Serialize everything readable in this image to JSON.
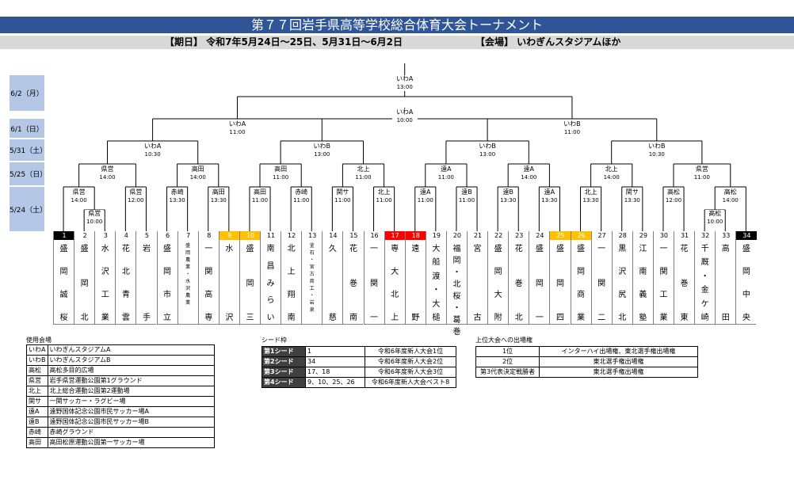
{
  "title": "第７７回岩手県高等学校総合体育大会トーナメント",
  "period": "【期日】 令和7年5月24日～25日、5月31日～6月2日",
  "venue": "【会場】 いわぎんスタジアムほか",
  "dates": [
    "6/2（月）",
    "6/1（日）",
    "5/31（土）",
    "5/25（日）",
    "5/24（土）"
  ],
  "chart_data": {
    "type": "table",
    "teams": [
      {
        "num": "1",
        "name": [
          "盛",
          "岡",
          "誠",
          "桜"
        ],
        "seed": 1
      },
      {
        "num": "2",
        "name": [
          "盛",
          "岡",
          "北"
        ],
        "seed": 0
      },
      {
        "num": "3",
        "name": [
          "水",
          "沢",
          "工",
          "業"
        ],
        "seed": 0
      },
      {
        "num": "4",
        "name": [
          "花",
          "北",
          "青",
          "雲"
        ],
        "seed": 0
      },
      {
        "num": "5",
        "name": [
          "岩",
          "手"
        ],
        "seed": 0
      },
      {
        "num": "6",
        "name": [
          "盛",
          "岡",
          "市",
          "立"
        ],
        "seed": 0
      },
      {
        "num": "7",
        "name": [
          "盛",
          "岡",
          "農",
          "業",
          "・",
          "水",
          "沢",
          "農",
          "業"
        ],
        "seed": 0,
        "small": true
      },
      {
        "num": "8",
        "name": [
          "一",
          "関",
          "高",
          "専"
        ],
        "seed": 0
      },
      {
        "num": "9",
        "name": [
          "水",
          "沢"
        ],
        "seed": 4
      },
      {
        "num": "10",
        "name": [
          "盛",
          "岡",
          "三"
        ],
        "seed": 4
      },
      {
        "num": "11",
        "name": [
          "南",
          "昌",
          "み",
          "ら",
          "い"
        ],
        "seed": 0
      },
      {
        "num": "12",
        "name": [
          "北",
          "上",
          "翔",
          "南"
        ],
        "seed": 0
      },
      {
        "num": "13",
        "name": [
          "釜",
          "石",
          "・",
          "宮",
          "古",
          "商",
          "工",
          "・",
          "岩",
          "泉"
        ],
        "seed": 0,
        "small": true
      },
      {
        "num": "14",
        "name": [
          "久",
          "慈"
        ],
        "seed": 0
      },
      {
        "num": "15",
        "name": [
          "花",
          "巻",
          "南"
        ],
        "seed": 0
      },
      {
        "num": "16",
        "name": [
          "一",
          "関",
          "一"
        ],
        "seed": 0
      },
      {
        "num": "17",
        "name": [
          "専",
          "大",
          "北",
          "上"
        ],
        "seed": 3
      },
      {
        "num": "18",
        "name": [
          "遠",
          "野"
        ],
        "seed": 3
      },
      {
        "num": "19",
        "name": [
          "大",
          "船",
          "渡",
          "・",
          "大",
          "槌"
        ],
        "seed": 0
      },
      {
        "num": "20",
        "name": [
          "福",
          "岡",
          "・",
          "北",
          "桜",
          "・",
          "葛",
          "巻"
        ],
        "seed": 0
      },
      {
        "num": "21",
        "name": [
          "宮",
          "古"
        ],
        "seed": 0
      },
      {
        "num": "22",
        "name": [
          "盛",
          "岡",
          "大",
          "附"
        ],
        "seed": 0
      },
      {
        "num": "23",
        "name": [
          "花",
          "巻",
          "北"
        ],
        "seed": 0
      },
      {
        "num": "24",
        "name": [
          "盛",
          "岡",
          "一"
        ],
        "seed": 0
      },
      {
        "num": "25",
        "name": [
          "盛",
          "岡",
          "四"
        ],
        "seed": 4
      },
      {
        "num": "26",
        "name": [
          "盛",
          "岡",
          "商",
          "業"
        ],
        "seed": 4
      },
      {
        "num": "27",
        "name": [
          "一",
          "関",
          "二"
        ],
        "seed": 0
      },
      {
        "num": "28",
        "name": [
          "黒",
          "沢",
          "尻",
          "北"
        ],
        "seed": 0
      },
      {
        "num": "29",
        "name": [
          "江",
          "南",
          "義",
          "塾"
        ],
        "seed": 0
      },
      {
        "num": "30",
        "name": [
          "一",
          "関",
          "工",
          "業"
        ],
        "seed": 0
      },
      {
        "num": "31",
        "name": [
          "花",
          "巻",
          "東"
        ],
        "seed": 0
      },
      {
        "num": "32",
        "name": [
          "千",
          "厩",
          "・",
          "金",
          "ケ",
          "崎"
        ],
        "seed": 0
      },
      {
        "num": "33",
        "name": [
          "高",
          "田"
        ],
        "seed": 0
      },
      {
        "num": "34",
        "name": [
          "盛",
          "岡",
          "中",
          "央"
        ],
        "seed": 2
      }
    ],
    "matches": [
      {
        "id": "r1a",
        "venue": "県営",
        "time": "14:00"
      },
      {
        "id": "r1b",
        "venue": "県営",
        "time": "12:00"
      },
      {
        "id": "r1c",
        "venue": "赤崎",
        "time": "13:30"
      },
      {
        "id": "r1d",
        "venue": "高田",
        "time": "13:30"
      },
      {
        "id": "r1e",
        "venue": "高田",
        "time": "11:00"
      },
      {
        "id": "r1f",
        "venue": "赤崎",
        "time": "11:00"
      },
      {
        "id": "r1g",
        "venue": "関サ",
        "time": "11:00"
      },
      {
        "id": "r1h",
        "venue": "北上",
        "time": "11:00"
      },
      {
        "id": "r1i",
        "venue": "遠A",
        "time": "11:00"
      },
      {
        "id": "r1j",
        "venue": "遠B",
        "time": "11:00"
      },
      {
        "id": "r1k",
        "venue": "遠B",
        "time": "13:30"
      },
      {
        "id": "r1l",
        "venue": "遠A",
        "time": "13:30"
      },
      {
        "id": "r1m",
        "venue": "北上",
        "time": "13:30"
      },
      {
        "id": "r1n",
        "venue": "関サ",
        "time": "13:30"
      },
      {
        "id": "r1o",
        "venue": "高松",
        "time": "12:00"
      },
      {
        "id": "r1p",
        "venue": "高松",
        "time": "14:00"
      },
      {
        "id": "r0a",
        "venue": "県営",
        "time": "10:00"
      },
      {
        "id": "r0b",
        "venue": "高松",
        "time": "10:00"
      },
      {
        "id": "r2a",
        "venue": "県営",
        "time": "14:00"
      },
      {
        "id": "r2b",
        "venue": "高田",
        "time": "14:00"
      },
      {
        "id": "r2c",
        "venue": "高田",
        "time": "11:00"
      },
      {
        "id": "r2d",
        "venue": "北上",
        "time": "11:00"
      },
      {
        "id": "r2e",
        "venue": "遠A",
        "time": "11:00"
      },
      {
        "id": "r2f",
        "venue": "遠A",
        "time": "14:00"
      },
      {
        "id": "r2g",
        "venue": "北上",
        "time": "14:00"
      },
      {
        "id": "r2h",
        "venue": "県営",
        "time": "11:00"
      },
      {
        "id": "r3a",
        "venue": "いわA",
        "time": "10:30"
      },
      {
        "id": "r3b",
        "venue": "いわB",
        "time": "13:00"
      },
      {
        "id": "r3c",
        "venue": "いわB",
        "time": "13:00"
      },
      {
        "id": "r3d",
        "venue": "いわB",
        "time": "10:30"
      },
      {
        "id": "r4a",
        "venue": "いわA",
        "time": "11:00"
      },
      {
        "id": "r4b",
        "venue": "いわB",
        "time": "11:00"
      },
      {
        "id": "semi",
        "venue": "いわA",
        "time": "10:00"
      },
      {
        "id": "final",
        "venue": "いわA",
        "time": "13:00"
      }
    ]
  },
  "venues_title": "使用会場",
  "venues": [
    {
      "abbr": "いわA",
      "name": "いわぎんスタジアムA"
    },
    {
      "abbr": "いわB",
      "name": "いわぎんスタジアムB"
    },
    {
      "abbr": "高松",
      "name": "高松多目的広場"
    },
    {
      "abbr": "県営",
      "name": "岩手県営運動公園第1グラウンド"
    },
    {
      "abbr": "北上",
      "name": "北上総合運動公園第2運動場"
    },
    {
      "abbr": "関サ",
      "name": "一関サッカー・ラグビー場"
    },
    {
      "abbr": "遠A",
      "name": "遠野国体記念公園市民サッカー場A"
    },
    {
      "abbr": "遠B",
      "name": "遠野国体記念公園市民サッカー場B"
    },
    {
      "abbr": "赤崎",
      "name": "赤崎グラウンド"
    },
    {
      "abbr": "高田",
      "name": "高田松原運動公園第一サッカー場"
    }
  ],
  "seeds_title": "シード枠",
  "seeds": [
    {
      "label": "第1シード",
      "teams": "1",
      "desc": "令和6年度新人大会1位"
    },
    {
      "label": "第2シード",
      "teams": "34",
      "desc": "令和6年度新人大会2位"
    },
    {
      "label": "第3シード",
      "teams": "17、18",
      "desc": "令和6年度新人大会3位"
    },
    {
      "label": "第4シード",
      "teams": "9、10、25、26",
      "desc": "令和6年度新人大会ベスト8"
    }
  ],
  "advance_title": "上位大会への出場権",
  "advance": [
    {
      "rank": "1位",
      "desc": "インターハイ出場権、東北選手権出場権"
    },
    {
      "rank": "2位",
      "desc": "東北選手権出場権"
    },
    {
      "rank": "第3代表決定戦勝者",
      "desc": "東北選手権出場権"
    }
  ],
  "colors": {
    "title_bg": "#2f5597",
    "date_bg": "#b4c7e7",
    "seed1": "#000000",
    "seed2": "#000000",
    "seed3": "#ff0000",
    "seed4": "#ffc000"
  }
}
